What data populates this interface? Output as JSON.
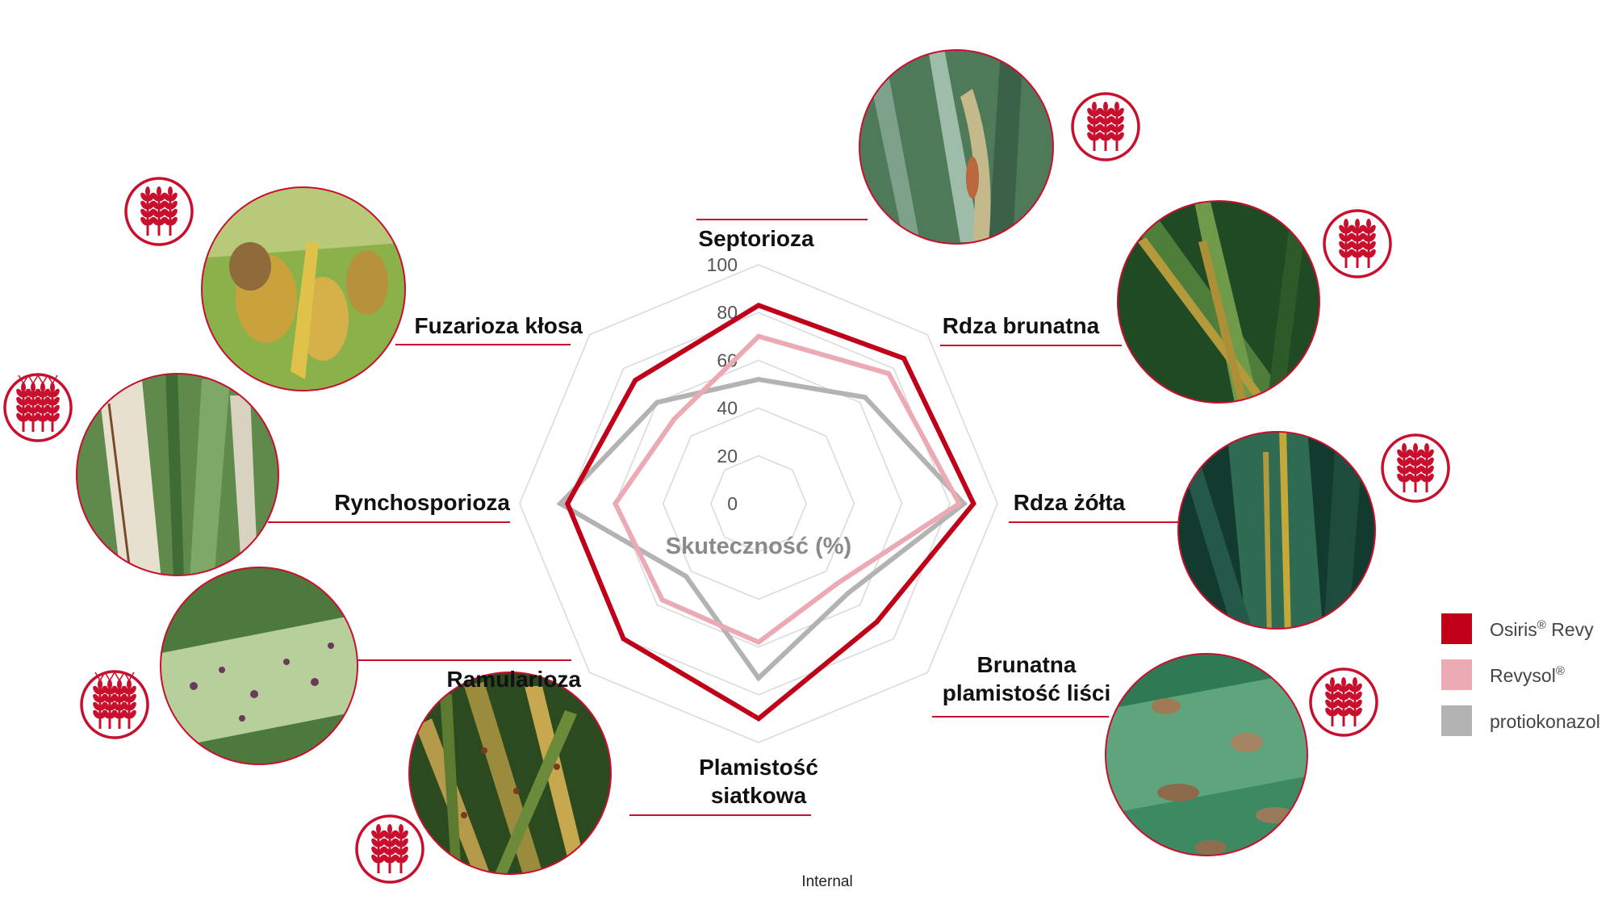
{
  "chart_data": {
    "type": "radar",
    "categories": [
      "Septorioza",
      "Rdza brunatna",
      "Rdza żółta",
      "Brunatna plamistość liści",
      "Plamistość siatkowa",
      "Ramularioza",
      "Rynchosporioza",
      "Fuzarioza kłosa"
    ],
    "category_lines": [
      [
        "Septorioza"
      ],
      [
        "Rdza brunatna"
      ],
      [
        "Rdza żółta"
      ],
      [
        "Brunatna",
        "plamistość liści"
      ],
      [
        "Plamistość",
        "siatkowa"
      ],
      [
        "Ramularioza"
      ],
      [
        "Rynchosporioza"
      ],
      [
        "Fuzarioza kłosa"
      ]
    ],
    "axis_title": "Skuteczność (%)",
    "rlim": [
      0,
      100
    ],
    "ticks": [
      "0",
      "20",
      "40",
      "60",
      "80",
      "100"
    ],
    "grid": true,
    "legend_position": "right",
    "series": [
      {
        "name": "Osiris",
        "name_sup": "®",
        "name_suffix": " Revy",
        "color": "#c00018",
        "values": [
          83,
          86,
          90,
          70,
          90,
          80,
          80,
          73
        ]
      },
      {
        "name": "Revysol",
        "name_sup": "®",
        "name_suffix": "",
        "color": "#ebaab4",
        "values": [
          70,
          77,
          84,
          47,
          58,
          57,
          60,
          50
        ]
      },
      {
        "name": "protiokonazol",
        "name_sup": "",
        "name_suffix": "",
        "color": "#b3b3b3",
        "values": [
          52,
          63,
          86,
          53,
          73,
          43,
          83,
          60
        ]
      }
    ]
  },
  "palette": {
    "accent_red": "#c8102e",
    "grid": "#d9d9d9"
  },
  "icons": [
    "wheat-ear-icon",
    "barley-ear-icon"
  ],
  "footer": "Internal"
}
